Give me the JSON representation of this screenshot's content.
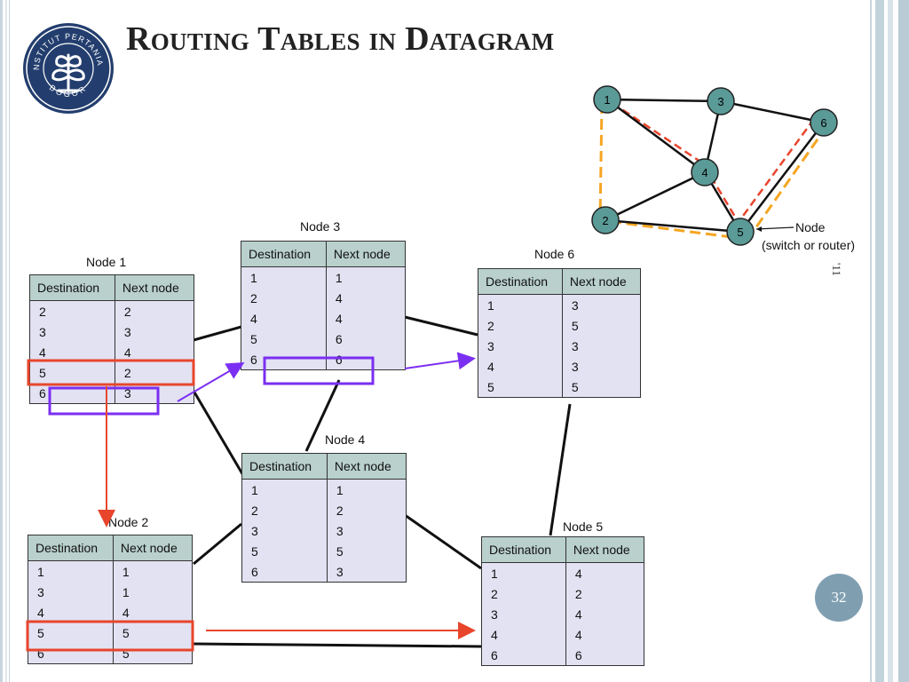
{
  "slide": {
    "title": "Routing Tables in Datagram",
    "side_date": "'11",
    "page_number": "32",
    "logo_text_top": "INSTITUT PERTANIAN",
    "logo_text_bottom": "BOGOR"
  },
  "topology": {
    "nodes": [
      "1",
      "2",
      "3",
      "4",
      "5",
      "6"
    ],
    "label_line1": "Node",
    "label_line2": "(switch or router)",
    "colors": {
      "node_fill": "#5a9a97",
      "path_orange": "#f5a623",
      "path_red": "#e8452c",
      "path_pink": "#e86ad8"
    }
  },
  "tables": {
    "header_dest": "Destination",
    "header_next": "Next node",
    "node1": {
      "title": "Node 1",
      "rows": [
        [
          "2",
          "2"
        ],
        [
          "3",
          "3"
        ],
        [
          "4",
          "4"
        ],
        [
          "5",
          "2"
        ],
        [
          "6",
          "3"
        ]
      ]
    },
    "node2": {
      "title": "Node 2",
      "rows": [
        [
          "1",
          "1"
        ],
        [
          "3",
          "1"
        ],
        [
          "4",
          "4"
        ],
        [
          "5",
          "5"
        ],
        [
          "6",
          "5"
        ]
      ]
    },
    "node3": {
      "title": "Node 3",
      "rows": [
        [
          "1",
          "1"
        ],
        [
          "2",
          "4"
        ],
        [
          "4",
          "4"
        ],
        [
          "5",
          "6"
        ],
        [
          "6",
          "6"
        ]
      ]
    },
    "node4": {
      "title": "Node 4",
      "rows": [
        [
          "1",
          "1"
        ],
        [
          "2",
          "2"
        ],
        [
          "3",
          "3"
        ],
        [
          "5",
          "5"
        ],
        [
          "6",
          "3"
        ]
      ]
    },
    "node5": {
      "title": "Node 5",
      "rows": [
        [
          "1",
          "4"
        ],
        [
          "2",
          "2"
        ],
        [
          "3",
          "4"
        ],
        [
          "4",
          "4"
        ],
        [
          "6",
          "6"
        ]
      ]
    },
    "node6": {
      "title": "Node 6",
      "rows": [
        [
          "1",
          "3"
        ],
        [
          "2",
          "5"
        ],
        [
          "3",
          "3"
        ],
        [
          "4",
          "3"
        ],
        [
          "5",
          "5"
        ]
      ]
    }
  },
  "colors": {
    "highlight_red": "#e8452c",
    "highlight_purple": "#7b2ff2",
    "frame": "#a9bfcc"
  }
}
